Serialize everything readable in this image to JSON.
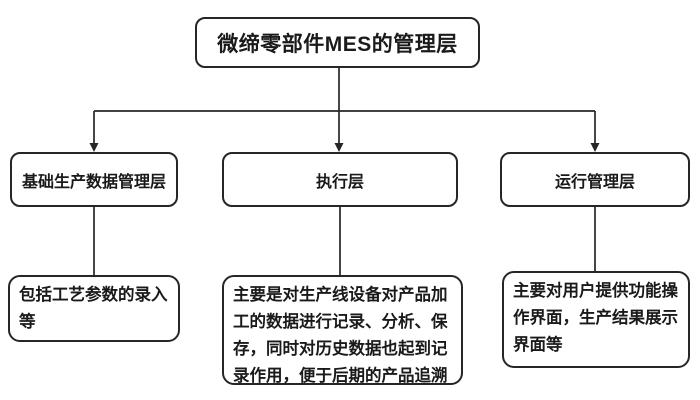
{
  "diagram": {
    "title": "微缔零部件MES的管理层",
    "layers": [
      {
        "id": "basic-data",
        "label": "基础生产数据管理层",
        "description": "包括工艺参数的录入等"
      },
      {
        "id": "execution",
        "label": "执行层",
        "description": "主要是对生产线设备对产品加工的数据进行记录、分析、保存，同时对历史数据也起到记录作用，便于后期的产品追溯"
      },
      {
        "id": "operation",
        "label": "运行管理层",
        "description": "主要对用户提供功能操作界面，生产结果展示界面等"
      }
    ],
    "colors": {
      "line": "#262626",
      "background": "#ffffff",
      "text": "#1a1a1a"
    }
  }
}
